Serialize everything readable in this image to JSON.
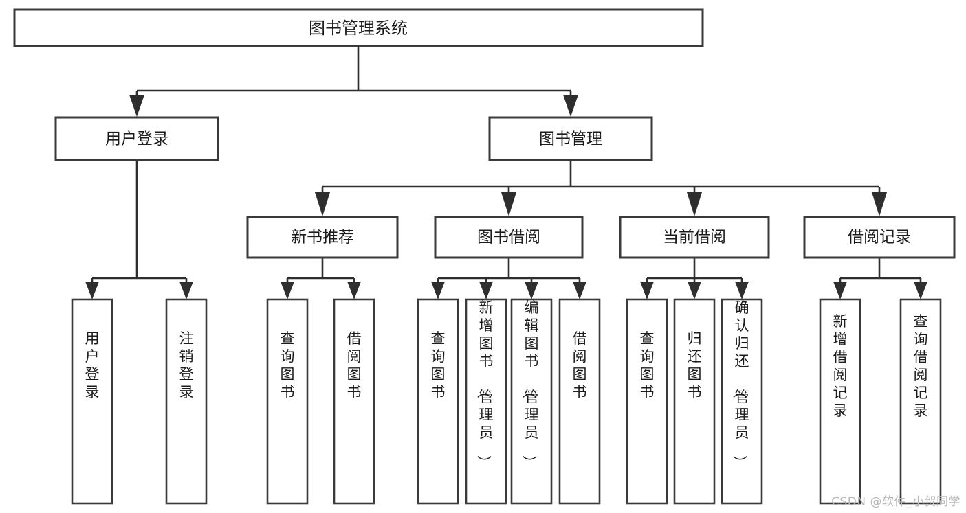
{
  "diagram": {
    "type": "tree-hierarchy",
    "title": "图书管理系统",
    "watermark": "CSDN @软件_小贺同学",
    "colors": {
      "box_stroke": "#3a3a3a",
      "link_stroke": "#2e2e2e",
      "box_fill": "#ffffff",
      "text": "#1c1c1c",
      "watermark": "#b9b9b9",
      "background": "#ffffff"
    },
    "levels": {
      "root": {
        "label": "图书管理系统"
      },
      "level2": [
        {
          "id": "user-login",
          "label": "用户登录"
        },
        {
          "id": "book-manage",
          "label": "图书管理"
        }
      ],
      "level3": [
        {
          "id": "new-book-recommend",
          "label": "新书推荐",
          "parent": "book-manage"
        },
        {
          "id": "book-borrow",
          "label": "图书借阅",
          "parent": "book-manage"
        },
        {
          "id": "current-borrow",
          "label": "当前借阅",
          "parent": "book-manage"
        },
        {
          "id": "borrow-record",
          "label": "借阅记录",
          "parent": "book-manage"
        }
      ],
      "leaves": [
        {
          "id": "leaf-user-login",
          "label": "用户登录",
          "parent": "user-login"
        },
        {
          "id": "leaf-logout-login",
          "label": "注销登录",
          "parent": "user-login"
        },
        {
          "id": "leaf-query-book-1",
          "label": "查询图书",
          "parent": "new-book-recommend"
        },
        {
          "id": "leaf-borrow-book-1",
          "label": "借阅图书",
          "parent": "new-book-recommend"
        },
        {
          "id": "leaf-query-book-2",
          "label": "查询图书",
          "parent": "book-borrow"
        },
        {
          "id": "leaf-add-book",
          "label": "新增图书（管理员）",
          "parent": "book-borrow"
        },
        {
          "id": "leaf-edit-book",
          "label": "编辑图书（管理员）",
          "parent": "book-borrow"
        },
        {
          "id": "leaf-borrow-book-2",
          "label": "借阅图书",
          "parent": "book-borrow"
        },
        {
          "id": "leaf-query-book-3",
          "label": "查询图书",
          "parent": "current-borrow"
        },
        {
          "id": "leaf-return-book",
          "label": "归还图书",
          "parent": "current-borrow"
        },
        {
          "id": "leaf-confirm-return",
          "label": "确认归还（管理员）",
          "parent": "current-borrow"
        },
        {
          "id": "leaf-add-record",
          "label": "新增借阅记录",
          "parent": "borrow-record"
        },
        {
          "id": "leaf-query-record",
          "label": "查询借阅记录",
          "parent": "borrow-record"
        }
      ]
    }
  }
}
